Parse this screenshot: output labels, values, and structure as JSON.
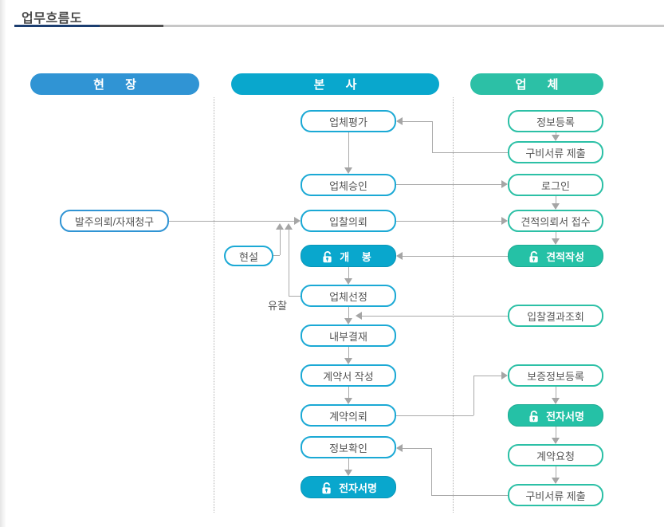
{
  "page_title": "업무흐름도",
  "columns": {
    "site": {
      "label": "현 장",
      "color": "#3094d4"
    },
    "hq": {
      "label": "본 사",
      "color": "#09a7cd"
    },
    "vendor": {
      "label": "업 체",
      "color": "#2cc0a6"
    }
  },
  "site_nodes": {
    "order_request": "발주의뢰/자재청구",
    "site_briefing": "현설"
  },
  "hq_nodes": {
    "vendor_evaluation": "업체평가",
    "vendor_approval": "업체승인",
    "bid_request": "입찰의뢰",
    "bid_opening": "개 봉",
    "vendor_selection": "업체선정",
    "internal_approval": "내부결재",
    "contract_drafting": "계약서 작성",
    "contract_request": "계약의뢰",
    "info_confirmation": "정보확인",
    "digital_signature": "전자서명"
  },
  "vendor_nodes": {
    "info_registration": "정보등록",
    "document_submission_1": "구비서류 제출",
    "login": "로그인",
    "quotation_request_receipt": "견적의뢰서 접수",
    "quotation_writing": "견적작성",
    "bid_result_inquiry": "입찰결과조회",
    "guarantee_info_registration": "보증정보등록",
    "digital_signature": "전자서명",
    "contract_request": "계약요청",
    "document_submission_2": "구비서류 제출"
  },
  "labels": {
    "failed_bid": "유찰"
  },
  "icons": {
    "lock": "lock-open-icon"
  },
  "colors": {
    "site_blue": "#3094d4",
    "hq_cyan": "#09a7cd",
    "vendor_green": "#2cc0a6",
    "connector_gray": "#a5a5a5",
    "underline_navy": "#1b3d6f",
    "underline_dark": "#4f4f4f",
    "underline_light": "#c7c7c7"
  }
}
